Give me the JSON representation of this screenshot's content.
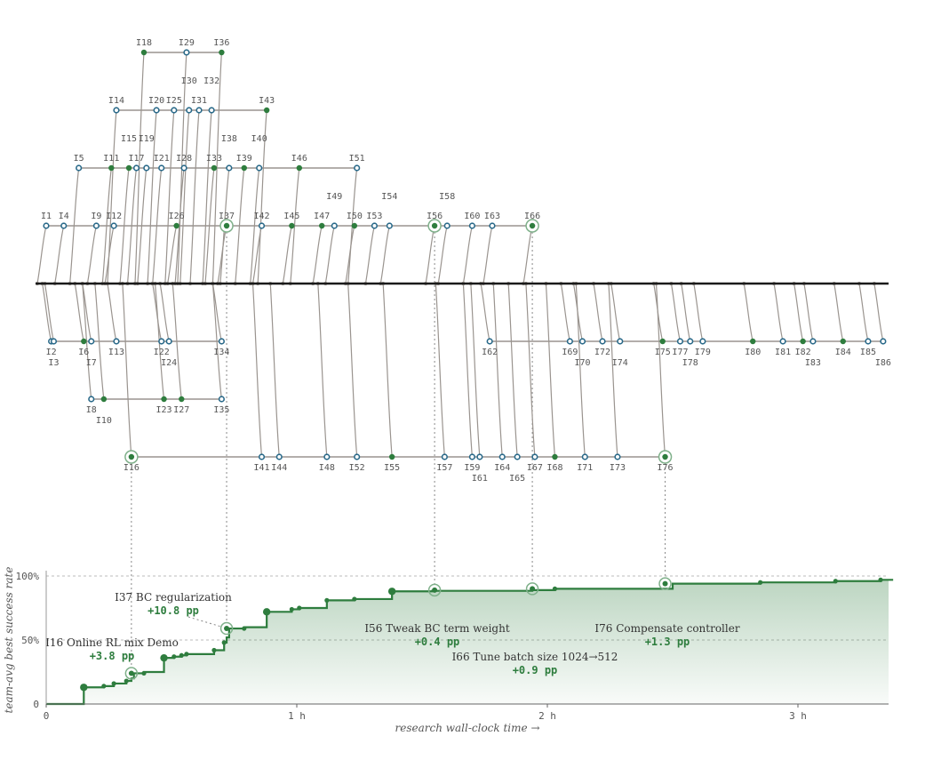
{
  "colors": {
    "trunk": "#1a1a1a",
    "branch": "#9a948f",
    "kept": "#2e7d3e",
    "discarded": "#2a6a8a",
    "area": "#2e7d3e",
    "highlight": "#7fb08a",
    "guide": "#888888"
  },
  "chart_data": {
    "type": "line",
    "xlabel": "research wall-clock time →",
    "ylabel": "team-avg best success rate",
    "x_ticks": [
      {
        "value": 0,
        "label": "0"
      },
      {
        "value": 1,
        "label": "1 h"
      },
      {
        "value": 2,
        "label": "2 h"
      },
      {
        "value": 3,
        "label": "3 h"
      }
    ],
    "y_ticks": [
      {
        "value": 0,
        "label": "0"
      },
      {
        "value": 50,
        "label": "50%"
      },
      {
        "value": 100,
        "label": "100%"
      }
    ],
    "xlim": [
      0,
      3.38
    ],
    "ylim": [
      0,
      100
    ],
    "grid": "horizontal dashed at 50% and 100%",
    "step_series": [
      [
        0,
        0
      ],
      [
        0.15,
        13
      ],
      [
        0.23,
        14
      ],
      [
        0.27,
        16
      ],
      [
        0.32,
        18
      ],
      [
        0.34,
        20
      ],
      [
        0.35,
        24
      ],
      [
        0.39,
        25
      ],
      [
        0.47,
        36
      ],
      [
        0.51,
        37
      ],
      [
        0.54,
        38
      ],
      [
        0.56,
        39
      ],
      [
        0.67,
        42
      ],
      [
        0.71,
        48
      ],
      [
        0.72,
        52
      ],
      [
        0.73,
        59
      ],
      [
        0.79,
        60
      ],
      [
        0.88,
        72
      ],
      [
        0.98,
        74
      ],
      [
        1.01,
        75
      ],
      [
        1.12,
        81
      ],
      [
        1.23,
        82
      ],
      [
        1.38,
        88
      ],
      [
        1.54,
        88.4
      ],
      [
        1.94,
        89
      ],
      [
        2.03,
        90
      ],
      [
        2.5,
        94
      ],
      [
        2.85,
        95
      ],
      [
        3.15,
        96
      ],
      [
        3.33,
        97
      ],
      [
        3.38,
        97
      ]
    ],
    "points": [
      {
        "x": 0.15,
        "y": 13,
        "big": true
      },
      {
        "x": 0.23,
        "y": 14
      },
      {
        "x": 0.27,
        "y": 16
      },
      {
        "x": 0.32,
        "y": 18
      },
      {
        "x": 0.39,
        "y": 24
      },
      {
        "x": 0.47,
        "y": 36,
        "big": true
      },
      {
        "x": 0.51,
        "y": 37
      },
      {
        "x": 0.54,
        "y": 38
      },
      {
        "x": 0.56,
        "y": 39
      },
      {
        "x": 0.67,
        "y": 42
      },
      {
        "x": 0.71,
        "y": 48
      },
      {
        "x": 0.79,
        "y": 59
      },
      {
        "x": 0.88,
        "y": 72,
        "big": true
      },
      {
        "x": 0.98,
        "y": 74
      },
      {
        "x": 1.01,
        "y": 75
      },
      {
        "x": 1.12,
        "y": 81
      },
      {
        "x": 1.23,
        "y": 82
      },
      {
        "x": 1.38,
        "y": 88,
        "big": true
      },
      {
        "x": 2.03,
        "y": 90
      },
      {
        "x": 2.85,
        "y": 95
      },
      {
        "x": 3.15,
        "y": 96
      },
      {
        "x": 3.33,
        "y": 97
      }
    ],
    "highlights": [
      {
        "x": 0.34,
        "y": 24,
        "node": "I16"
      },
      {
        "x": 0.72,
        "y": 59,
        "node": "I37"
      },
      {
        "x": 1.55,
        "y": 89,
        "node": "I56"
      },
      {
        "x": 1.94,
        "y": 90,
        "node": "I66"
      },
      {
        "x": 2.47,
        "y": 94,
        "node": "I76"
      }
    ],
    "annotations": [
      {
        "node": "I16",
        "title": "I16 Online RL mix Demo",
        "gain": "+3.8 pp"
      },
      {
        "node": "I37",
        "title": "I37 BC regularization",
        "gain": "+10.8 pp"
      },
      {
        "node": "I56",
        "title": "I56 Tweak BC term weight",
        "gain": "+0.4 pp"
      },
      {
        "node": "I66",
        "title": "I66 Tune batch size 1024→512",
        "gain": "+0.9 pp"
      },
      {
        "node": "I76",
        "title": "I76 Compensate controller",
        "gain": "+1.3 pp"
      }
    ]
  },
  "tree": {
    "nodes": [
      {
        "id": "I1",
        "x": 0.0,
        "lane": 1,
        "kept": false,
        "parent": 0.0
      },
      {
        "id": "I2",
        "x": 0.02,
        "lane": -1,
        "kept": false,
        "parent": 0.0
      },
      {
        "id": "I3",
        "x": 0.03,
        "lane": -1,
        "kept": false,
        "parent": 0.0,
        "below": true
      },
      {
        "id": "I4",
        "x": 0.07,
        "lane": 1,
        "kept": false,
        "parent": 0.07
      },
      {
        "id": "I5",
        "x": 0.13,
        "lane": 2,
        "kept": false,
        "parent": 0.13
      },
      {
        "id": "I6",
        "x": 0.15,
        "lane": -1,
        "kept": true,
        "parent": 0.15
      },
      {
        "id": "I7",
        "x": 0.18,
        "lane": -1,
        "kept": false,
        "parent": 0.18,
        "below": true
      },
      {
        "id": "I8",
        "x": 0.18,
        "lane": -2,
        "kept": false,
        "parent": 0.18
      },
      {
        "id": "I9",
        "x": 0.2,
        "lane": 1,
        "kept": false,
        "parent": 0.2
      },
      {
        "id": "I10",
        "x": 0.23,
        "lane": -2,
        "kept": true,
        "parent": 0.23,
        "below": true
      },
      {
        "id": "I11",
        "x": 0.26,
        "lane": 2,
        "kept": true,
        "parent": 0.26
      },
      {
        "id": "I12",
        "x": 0.27,
        "lane": 1,
        "kept": false,
        "parent": 0.27
      },
      {
        "id": "I13",
        "x": 0.28,
        "lane": -1,
        "kept": false,
        "parent": 0.28
      },
      {
        "id": "I14",
        "x": 0.28,
        "lane": 3,
        "kept": false,
        "parent": 0.28
      },
      {
        "id": "I15",
        "x": 0.33,
        "lane": 2,
        "kept": true,
        "parent": 0.33,
        "high": true
      },
      {
        "id": "I16",
        "x": 0.34,
        "lane": -3,
        "kept": true,
        "parent": 0.34,
        "hl": true
      },
      {
        "id": "I17",
        "x": 0.36,
        "lane": 2,
        "kept": false,
        "parent": 0.36
      },
      {
        "id": "I18",
        "x": 0.39,
        "lane": 4,
        "kept": true,
        "parent": 0.39
      },
      {
        "id": "I19",
        "x": 0.4,
        "lane": 2,
        "kept": false,
        "parent": 0.4,
        "high": true
      },
      {
        "id": "I20",
        "x": 0.44,
        "lane": 3,
        "kept": false,
        "parent": 0.44
      },
      {
        "id": "I21",
        "x": 0.46,
        "lane": 2,
        "kept": false,
        "parent": 0.46
      },
      {
        "id": "I22",
        "x": 0.46,
        "lane": -1,
        "kept": false,
        "parent": 0.46
      },
      {
        "id": "I23",
        "x": 0.47,
        "lane": -2,
        "kept": true,
        "parent": 0.47
      },
      {
        "id": "I24",
        "x": 0.49,
        "lane": -1,
        "kept": false,
        "parent": 0.49,
        "below": true
      },
      {
        "id": "I25",
        "x": 0.51,
        "lane": 3,
        "kept": false,
        "parent": 0.51
      },
      {
        "id": "I26",
        "x": 0.52,
        "lane": 1,
        "kept": true,
        "parent": 0.52
      },
      {
        "id": "I27",
        "x": 0.54,
        "lane": -2,
        "kept": true,
        "parent": 0.54
      },
      {
        "id": "I28",
        "x": 0.55,
        "lane": 2,
        "kept": false,
        "parent": 0.55
      },
      {
        "id": "I29",
        "x": 0.56,
        "lane": 4,
        "kept": false,
        "parent": 0.56
      },
      {
        "id": "I30",
        "x": 0.57,
        "lane": 3,
        "kept": false,
        "parent": 0.57,
        "high": true
      },
      {
        "id": "I31",
        "x": 0.61,
        "lane": 3,
        "kept": false,
        "parent": 0.61
      },
      {
        "id": "I32",
        "x": 0.66,
        "lane": 3,
        "kept": false,
        "parent": 0.66,
        "high": true
      },
      {
        "id": "I33",
        "x": 0.67,
        "lane": 2,
        "kept": true,
        "parent": 0.67
      },
      {
        "id": "I34",
        "x": 0.7,
        "lane": -1,
        "kept": false,
        "parent": 0.7
      },
      {
        "id": "I35",
        "x": 0.7,
        "lane": -2,
        "kept": false,
        "parent": 0.7
      },
      {
        "id": "I36",
        "x": 0.7,
        "lane": 4,
        "kept": true,
        "parent": 0.7
      },
      {
        "id": "I37",
        "x": 0.72,
        "lane": 1,
        "kept": true,
        "parent": 0.72,
        "hl": true
      },
      {
        "id": "I38",
        "x": 0.73,
        "lane": 2,
        "kept": false,
        "parent": 0.73,
        "high": true
      },
      {
        "id": "I39",
        "x": 0.79,
        "lane": 2,
        "kept": true,
        "parent": 0.79
      },
      {
        "id": "I40",
        "x": 0.85,
        "lane": 2,
        "kept": false,
        "parent": 0.85,
        "high": true
      },
      {
        "id": "I41",
        "x": 0.86,
        "lane": -3,
        "kept": false,
        "parent": 0.86
      },
      {
        "id": "I42",
        "x": 0.86,
        "lane": 1,
        "kept": false,
        "parent": 0.86
      },
      {
        "id": "I43",
        "x": 0.88,
        "lane": 3,
        "kept": true,
        "parent": 0.88
      },
      {
        "id": "I44",
        "x": 0.93,
        "lane": -3,
        "kept": false,
        "parent": 0.93
      },
      {
        "id": "I45",
        "x": 0.98,
        "lane": 1,
        "kept": true,
        "parent": 0.98
      },
      {
        "id": "I46",
        "x": 1.01,
        "lane": 2,
        "kept": true,
        "parent": 1.01
      },
      {
        "id": "I47",
        "x": 1.1,
        "lane": 1,
        "kept": true,
        "parent": 1.1
      },
      {
        "id": "I48",
        "x": 1.12,
        "lane": -3,
        "kept": false,
        "parent": 1.12
      },
      {
        "id": "I49",
        "x": 1.15,
        "lane": 1,
        "kept": false,
        "parent": 1.15,
        "high": true
      },
      {
        "id": "I50",
        "x": 1.23,
        "lane": 1,
        "kept": true,
        "parent": 1.23
      },
      {
        "id": "I51",
        "x": 1.24,
        "lane": 2,
        "kept": false,
        "parent": 1.24
      },
      {
        "id": "I52",
        "x": 1.24,
        "lane": -3,
        "kept": false,
        "parent": 1.24
      },
      {
        "id": "I53",
        "x": 1.31,
        "lane": 1,
        "kept": false,
        "parent": 1.31
      },
      {
        "id": "I54",
        "x": 1.37,
        "lane": 1,
        "kept": false,
        "parent": 1.37,
        "high": true
      },
      {
        "id": "I55",
        "x": 1.38,
        "lane": -3,
        "kept": true,
        "parent": 1.38
      },
      {
        "id": "I56",
        "x": 1.55,
        "lane": 1,
        "kept": true,
        "parent": 1.55,
        "hl": true
      },
      {
        "id": "I57",
        "x": 1.59,
        "lane": -3,
        "kept": false,
        "parent": 1.59
      },
      {
        "id": "I58",
        "x": 1.6,
        "lane": 1,
        "kept": false,
        "parent": 1.6,
        "high": true
      },
      {
        "id": "I59",
        "x": 1.7,
        "lane": -3,
        "kept": false,
        "parent": 1.7
      },
      {
        "id": "I60",
        "x": 1.7,
        "lane": 1,
        "kept": false,
        "parent": 1.7
      },
      {
        "id": "I61",
        "x": 1.73,
        "lane": -3,
        "kept": false,
        "parent": 1.73,
        "below": true
      },
      {
        "id": "I62",
        "x": 1.77,
        "lane": -1,
        "kept": false,
        "parent": 1.77
      },
      {
        "id": "I63",
        "x": 1.78,
        "lane": 1,
        "kept": false,
        "parent": 1.78
      },
      {
        "id": "I64",
        "x": 1.82,
        "lane": -3,
        "kept": false,
        "parent": 1.82
      },
      {
        "id": "I65",
        "x": 1.88,
        "lane": -3,
        "kept": false,
        "parent": 1.88,
        "below": true
      },
      {
        "id": "I66",
        "x": 1.94,
        "lane": 1,
        "kept": true,
        "parent": 1.94,
        "hl": true
      },
      {
        "id": "I67",
        "x": 1.95,
        "lane": -3,
        "kept": false,
        "parent": 1.95
      },
      {
        "id": "I68",
        "x": 2.03,
        "lane": -3,
        "kept": true,
        "parent": 2.03
      },
      {
        "id": "I69",
        "x": 2.09,
        "lane": -1,
        "kept": false,
        "parent": 2.09
      },
      {
        "id": "I70",
        "x": 2.14,
        "lane": -1,
        "kept": false,
        "parent": 2.14,
        "below": true
      },
      {
        "id": "I71",
        "x": 2.15,
        "lane": -3,
        "kept": false,
        "parent": 2.15
      },
      {
        "id": "I72",
        "x": 2.22,
        "lane": -1,
        "kept": false,
        "parent": 2.22
      },
      {
        "id": "I73",
        "x": 2.28,
        "lane": -3,
        "kept": false,
        "parent": 2.28
      },
      {
        "id": "I74",
        "x": 2.29,
        "lane": -1,
        "kept": false,
        "parent": 2.29,
        "below": true
      },
      {
        "id": "I75",
        "x": 2.46,
        "lane": -1,
        "kept": true,
        "parent": 2.46
      },
      {
        "id": "I76",
        "x": 2.47,
        "lane": -3,
        "kept": true,
        "parent": 2.47,
        "hl": true
      },
      {
        "id": "I77",
        "x": 2.53,
        "lane": -1,
        "kept": false,
        "parent": 2.53
      },
      {
        "id": "I78",
        "x": 2.57,
        "lane": -1,
        "kept": false,
        "parent": 2.57,
        "below": true
      },
      {
        "id": "I79",
        "x": 2.62,
        "lane": -1,
        "kept": false,
        "parent": 2.62
      },
      {
        "id": "I80",
        "x": 2.82,
        "lane": -1,
        "kept": true,
        "parent": 2.82
      },
      {
        "id": "I81",
        "x": 2.94,
        "lane": -1,
        "kept": false,
        "parent": 2.94
      },
      {
        "id": "I82",
        "x": 3.02,
        "lane": -1,
        "kept": true,
        "parent": 3.02
      },
      {
        "id": "I83",
        "x": 3.06,
        "lane": -1,
        "kept": false,
        "parent": 3.06,
        "below": true
      },
      {
        "id": "I84",
        "x": 3.18,
        "lane": -1,
        "kept": true,
        "parent": 3.18
      },
      {
        "id": "I85",
        "x": 3.28,
        "lane": -1,
        "kept": false,
        "parent": 3.28
      },
      {
        "id": "I86",
        "x": 3.34,
        "lane": -1,
        "kept": false,
        "parent": 3.34,
        "below": true
      }
    ],
    "branches": [
      {
        "lane": 1,
        "from": 0.0,
        "to": 1.94
      },
      {
        "lane": 2,
        "from": 0.13,
        "to": 1.24
      },
      {
        "lane": 3,
        "from": 0.28,
        "to": 0.88
      },
      {
        "lane": 4,
        "from": 0.39,
        "to": 0.7
      },
      {
        "lane": -1,
        "from": 0.02,
        "to": 0.7
      },
      {
        "lane": -1,
        "from": 1.77,
        "to": 3.34
      },
      {
        "lane": -2,
        "from": 0.18,
        "to": 0.7
      },
      {
        "lane": -3,
        "from": 0.34,
        "to": 2.47
      }
    ]
  }
}
